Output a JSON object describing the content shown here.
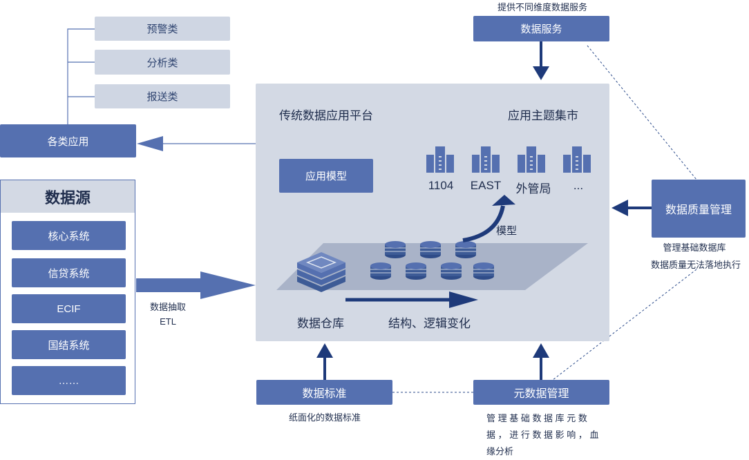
{
  "top_service": {
    "caption": "提供不同维度数据服务",
    "label": "数据服务"
  },
  "app_categories": {
    "items": [
      "预警类",
      "分析类",
      "报送类"
    ],
    "root_label": "各类应用"
  },
  "data_source": {
    "title": "数据源",
    "items": [
      "核心系统",
      "信贷系统",
      "ECIF",
      "国结系统",
      "……"
    ]
  },
  "etl": {
    "label": "数据抽取",
    "sub": "ETL"
  },
  "platform": {
    "title": "传统数据应用平台",
    "mart_title": "应用主题集市",
    "app_model": "应用模型",
    "marts": [
      "1104",
      "EAST",
      "外管局",
      "..."
    ],
    "model_label": "模型",
    "warehouse_label": "数据仓库",
    "change_label": "结构、逻辑变化"
  },
  "quality": {
    "label": "数据质量管理",
    "note1": "管理基础数据库",
    "note2": "数据质量无法落地执行"
  },
  "standard": {
    "label": "数据标准",
    "caption": "纸面化的数据标准"
  },
  "metadata": {
    "label": "元数据管理",
    "caption_line1": "管 理 基 础 数 据 库 元 数",
    "caption_line2": "据 ， 进 行 数 据 影 响 ， 血",
    "caption_line3": "缘分析"
  },
  "colors": {
    "primary": "#5570b0",
    "light": "#cfd6e3",
    "platform_bg": "#d3d9e4",
    "arrow_dark": "#1e3a7a",
    "cylinder": "#3d5b96"
  },
  "icons": [
    "bar-building-icon",
    "database-cylinder-icon",
    "warehouse-cube-icon"
  ]
}
